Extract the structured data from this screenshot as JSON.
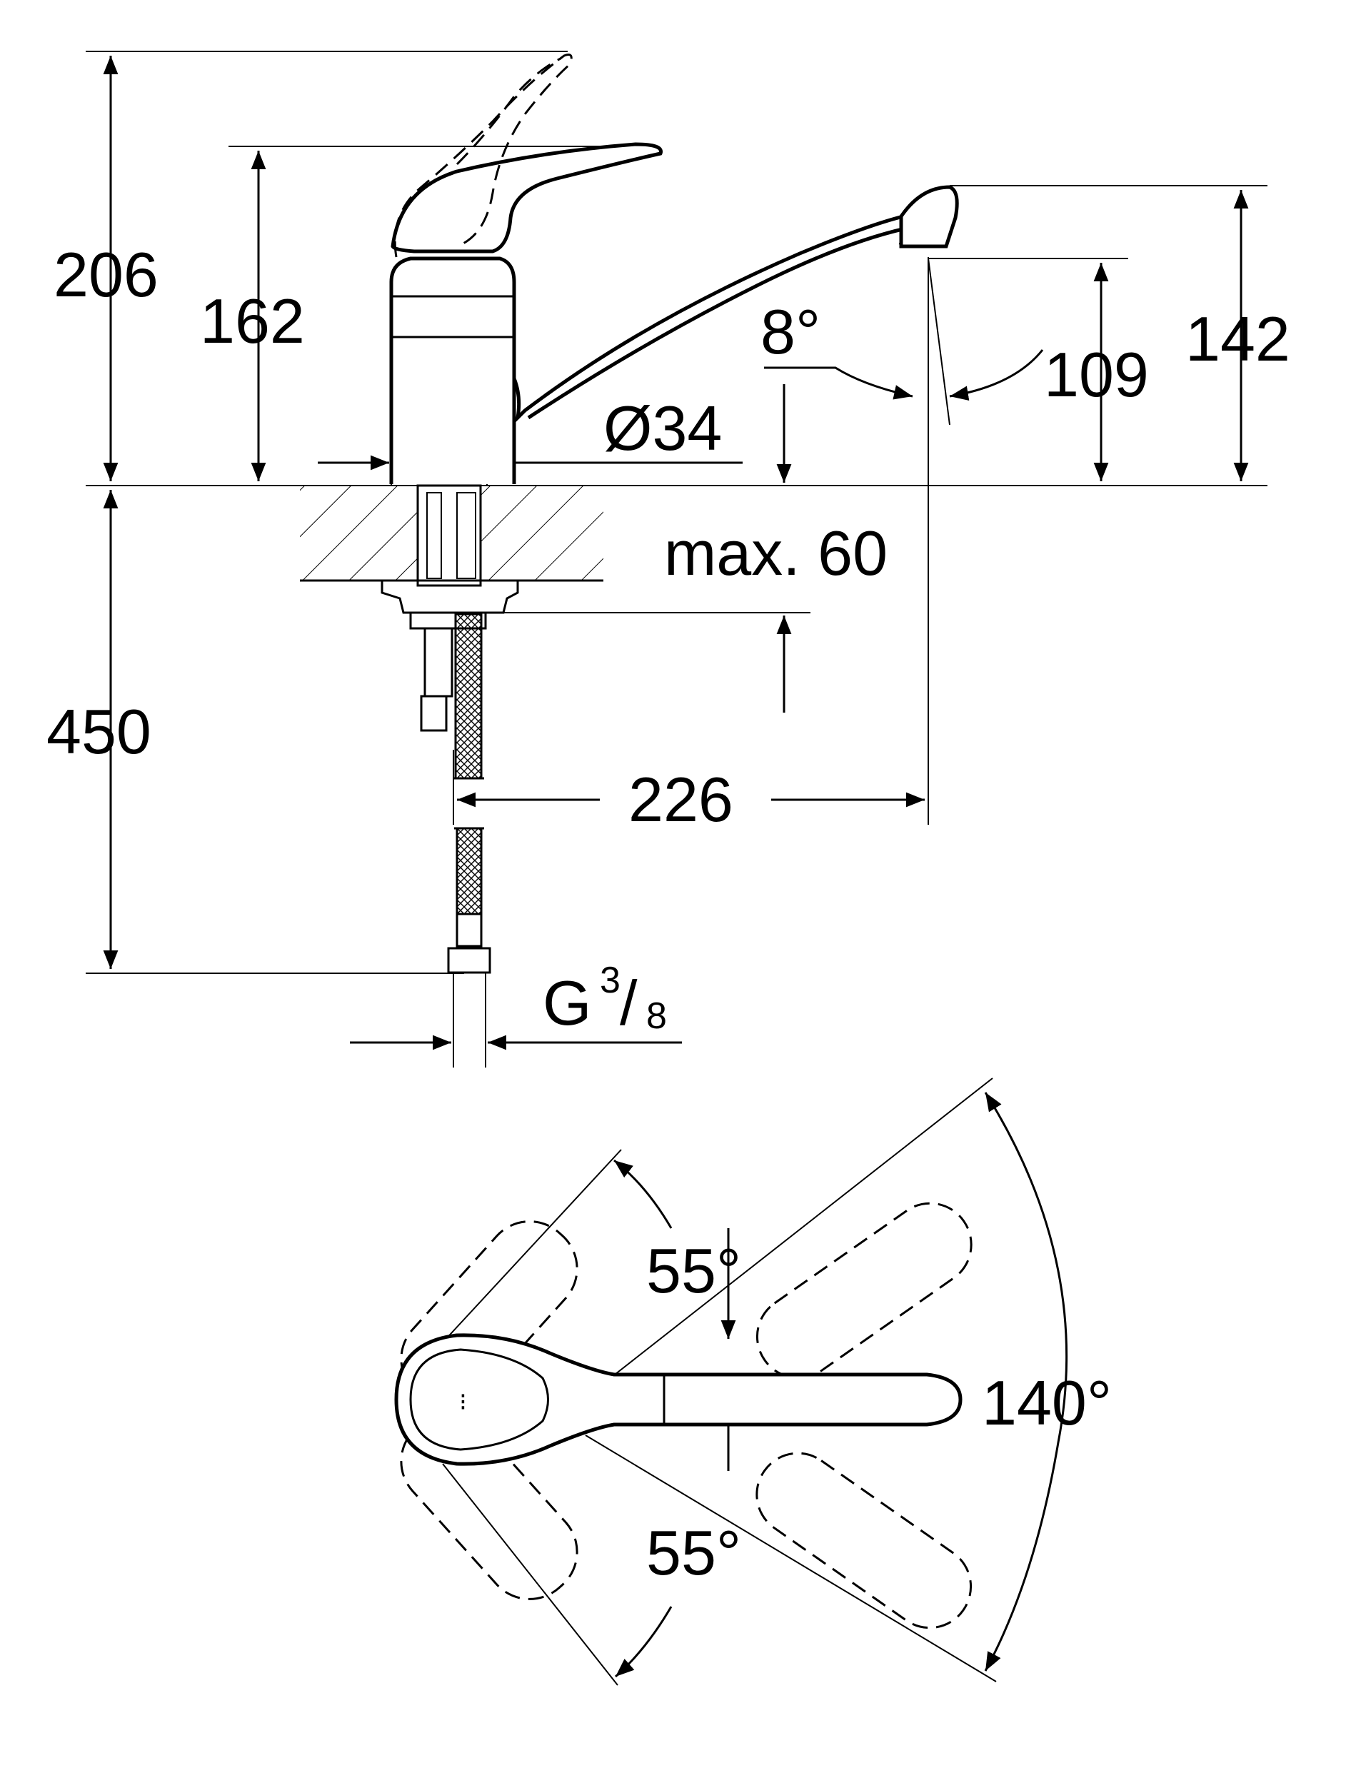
{
  "dimensions": {
    "total_height": "206",
    "handle_height": "162",
    "spout_height": "142",
    "outlet_height": "109",
    "spout_angle": "8°",
    "base_diameter": "Ø34",
    "counter_thickness": "max. 60",
    "spout_reach": "226",
    "hose_length": "450",
    "connection_prefix": "G",
    "connection_num": "3",
    "connection_den": "8",
    "swing_upper": "55°",
    "swing_lower": "55°",
    "swing_total": "140°"
  },
  "colors": {
    "line": "#000000",
    "background": "#ffffff"
  }
}
